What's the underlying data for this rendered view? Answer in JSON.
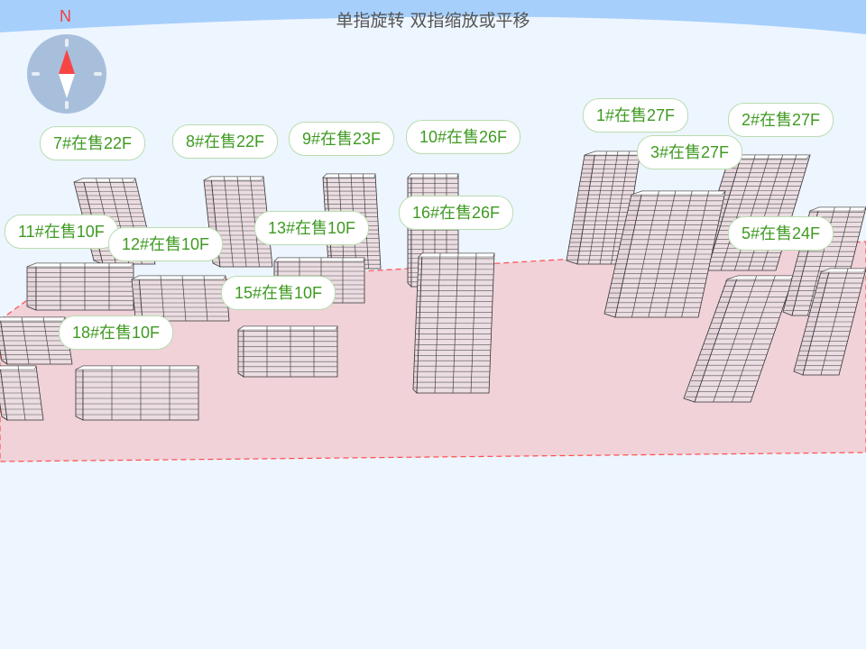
{
  "hint": "单指旋转 双指缩放或平移",
  "compass": {
    "north_label": "N"
  },
  "colors": {
    "ground": "#f0d2d8",
    "boundary": "#ff4d4d",
    "label_text": "#3f9a22",
    "sky": "#a6cffc"
  },
  "buildings": [
    {
      "id": "7",
      "label": "7#在售22F"
    },
    {
      "id": "8",
      "label": "8#在售22F"
    },
    {
      "id": "9",
      "label": "9#在售23F"
    },
    {
      "id": "10",
      "label": "10#在售26F"
    },
    {
      "id": "1",
      "label": "1#在售27F"
    },
    {
      "id": "2",
      "label": "2#在售27F"
    },
    {
      "id": "3",
      "label": "3#在售27F"
    },
    {
      "id": "16",
      "label": "16#在售26F"
    },
    {
      "id": "11",
      "label": "11#在售10F"
    },
    {
      "id": "13",
      "label": "13#在售10F"
    },
    {
      "id": "12",
      "label": "12#在售10F"
    },
    {
      "id": "5",
      "label": "5#在售24F"
    },
    {
      "id": "15",
      "label": "15#在售10F"
    },
    {
      "id": "18",
      "label": "18#在售10F"
    }
  ]
}
